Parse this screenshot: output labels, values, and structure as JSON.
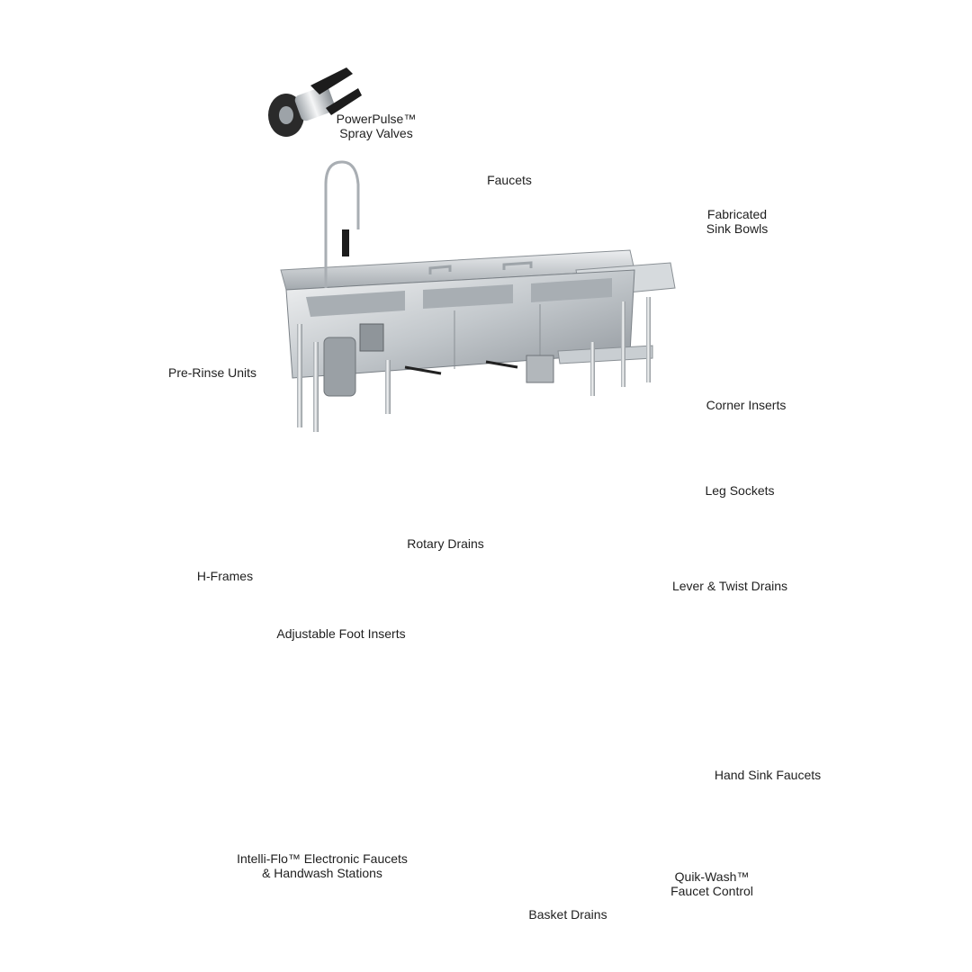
{
  "colors": {
    "callout": "#b51f2e",
    "steel_light": "#e4e6e8",
    "steel_mid": "#b7bcc1",
    "steel_dark": "#7a8086",
    "handle_black": "#1c1c1c",
    "label_text": "#1f1f1f"
  },
  "labels": {
    "powerpulse": {
      "line1": "PowerPulse™",
      "line2": "Spray Valves"
    },
    "faucets": "Faucets",
    "fabricated": {
      "line1": "Fabricated",
      "line2": "Sink Bowls"
    },
    "pre_rinse": "Pre-Rinse Units",
    "corner_inserts": "Corner Inserts",
    "leg_sockets": "Leg Sockets",
    "h_frames": "H-Frames",
    "rotary_drains": "Rotary Drains",
    "lever_twist": "Lever & Twist Drains",
    "adjustable_foot": "Adjustable Foot Inserts",
    "intelli_flo": {
      "line1": "Intelli-Flo™ Electronic Faucets",
      "line2": "& Handwash Stations"
    },
    "hand_sink_faucets": "Hand Sink Faucets",
    "quik_wash": {
      "line1": "Quik-Wash™",
      "line2": "Faucet Control"
    },
    "basket_drains": "Basket Drains"
  },
  "icons": [
    "pre-rinse-unit-icon",
    "spray-valve-icon",
    "faucet-icon",
    "sink-bowl-icon",
    "three-compartment-sink-icon",
    "corner-insert-icon",
    "leg-socket-icon",
    "h-frame-icon",
    "rotary-drain-icon",
    "lever-drain-icon",
    "foot-insert-icon",
    "electronic-faucet-icon",
    "handwash-station-icon",
    "hand-sink-icon",
    "hand-sink-faucet-icon",
    "quik-wash-icon",
    "basket-drain-icon"
  ]
}
